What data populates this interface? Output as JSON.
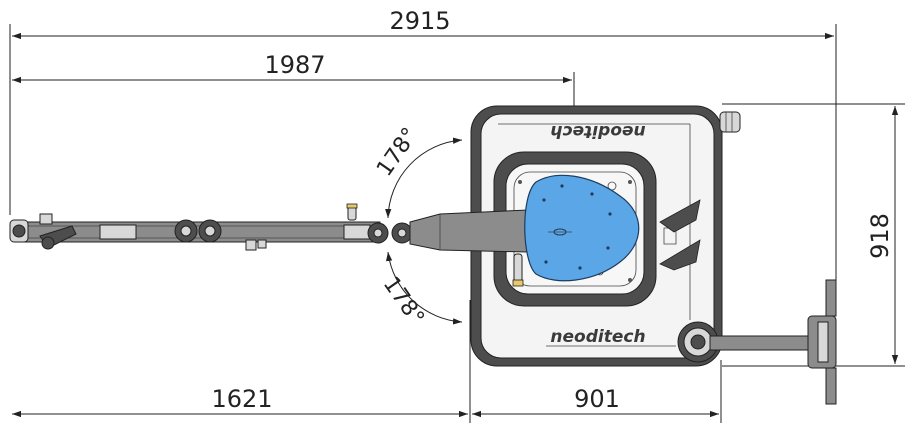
{
  "dimensions": {
    "overall_length": "2915",
    "arm_reach": "1987",
    "arm_to_base": "1621",
    "base_width": "901",
    "base_depth": "918"
  },
  "angles": {
    "upper": "178°",
    "lower": "178°"
  },
  "branding": {
    "top_logo": "neoditech",
    "bottom_logo": "neoditech"
  },
  "colors": {
    "accent_pad": "#5aa6e6",
    "frame": "#4d4d4d",
    "line": "#222222"
  }
}
